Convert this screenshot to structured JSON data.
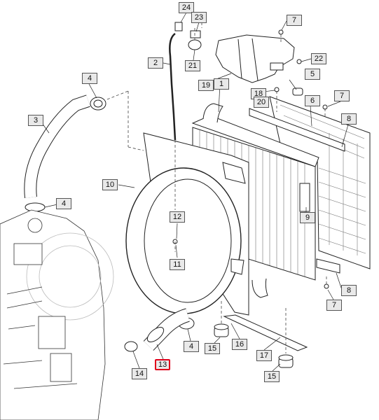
{
  "callouts": {
    "c24": "24",
    "c23": "23",
    "c7a": "7",
    "c2": "2",
    "c21": "21",
    "c22": "22",
    "c19": "19",
    "c1": "1",
    "c4a": "4",
    "c5": "5",
    "c18": "18",
    "c20": "20",
    "c6": "6",
    "c7b": "7",
    "c3": "3",
    "c8a": "8",
    "c10": "10",
    "c4b": "4",
    "c9": "9",
    "c12": "12",
    "c11": "11",
    "c8b": "8",
    "c7c": "7",
    "c16": "16",
    "c4c": "4",
    "c15a": "15",
    "c13": "13",
    "c14": "14",
    "c17": "17",
    "c15b": "15"
  },
  "highlight": {
    "callout": "13",
    "color": "#e0001b"
  },
  "colors": {
    "line": "#222222",
    "callout_bg": "#e9e9e9"
  }
}
